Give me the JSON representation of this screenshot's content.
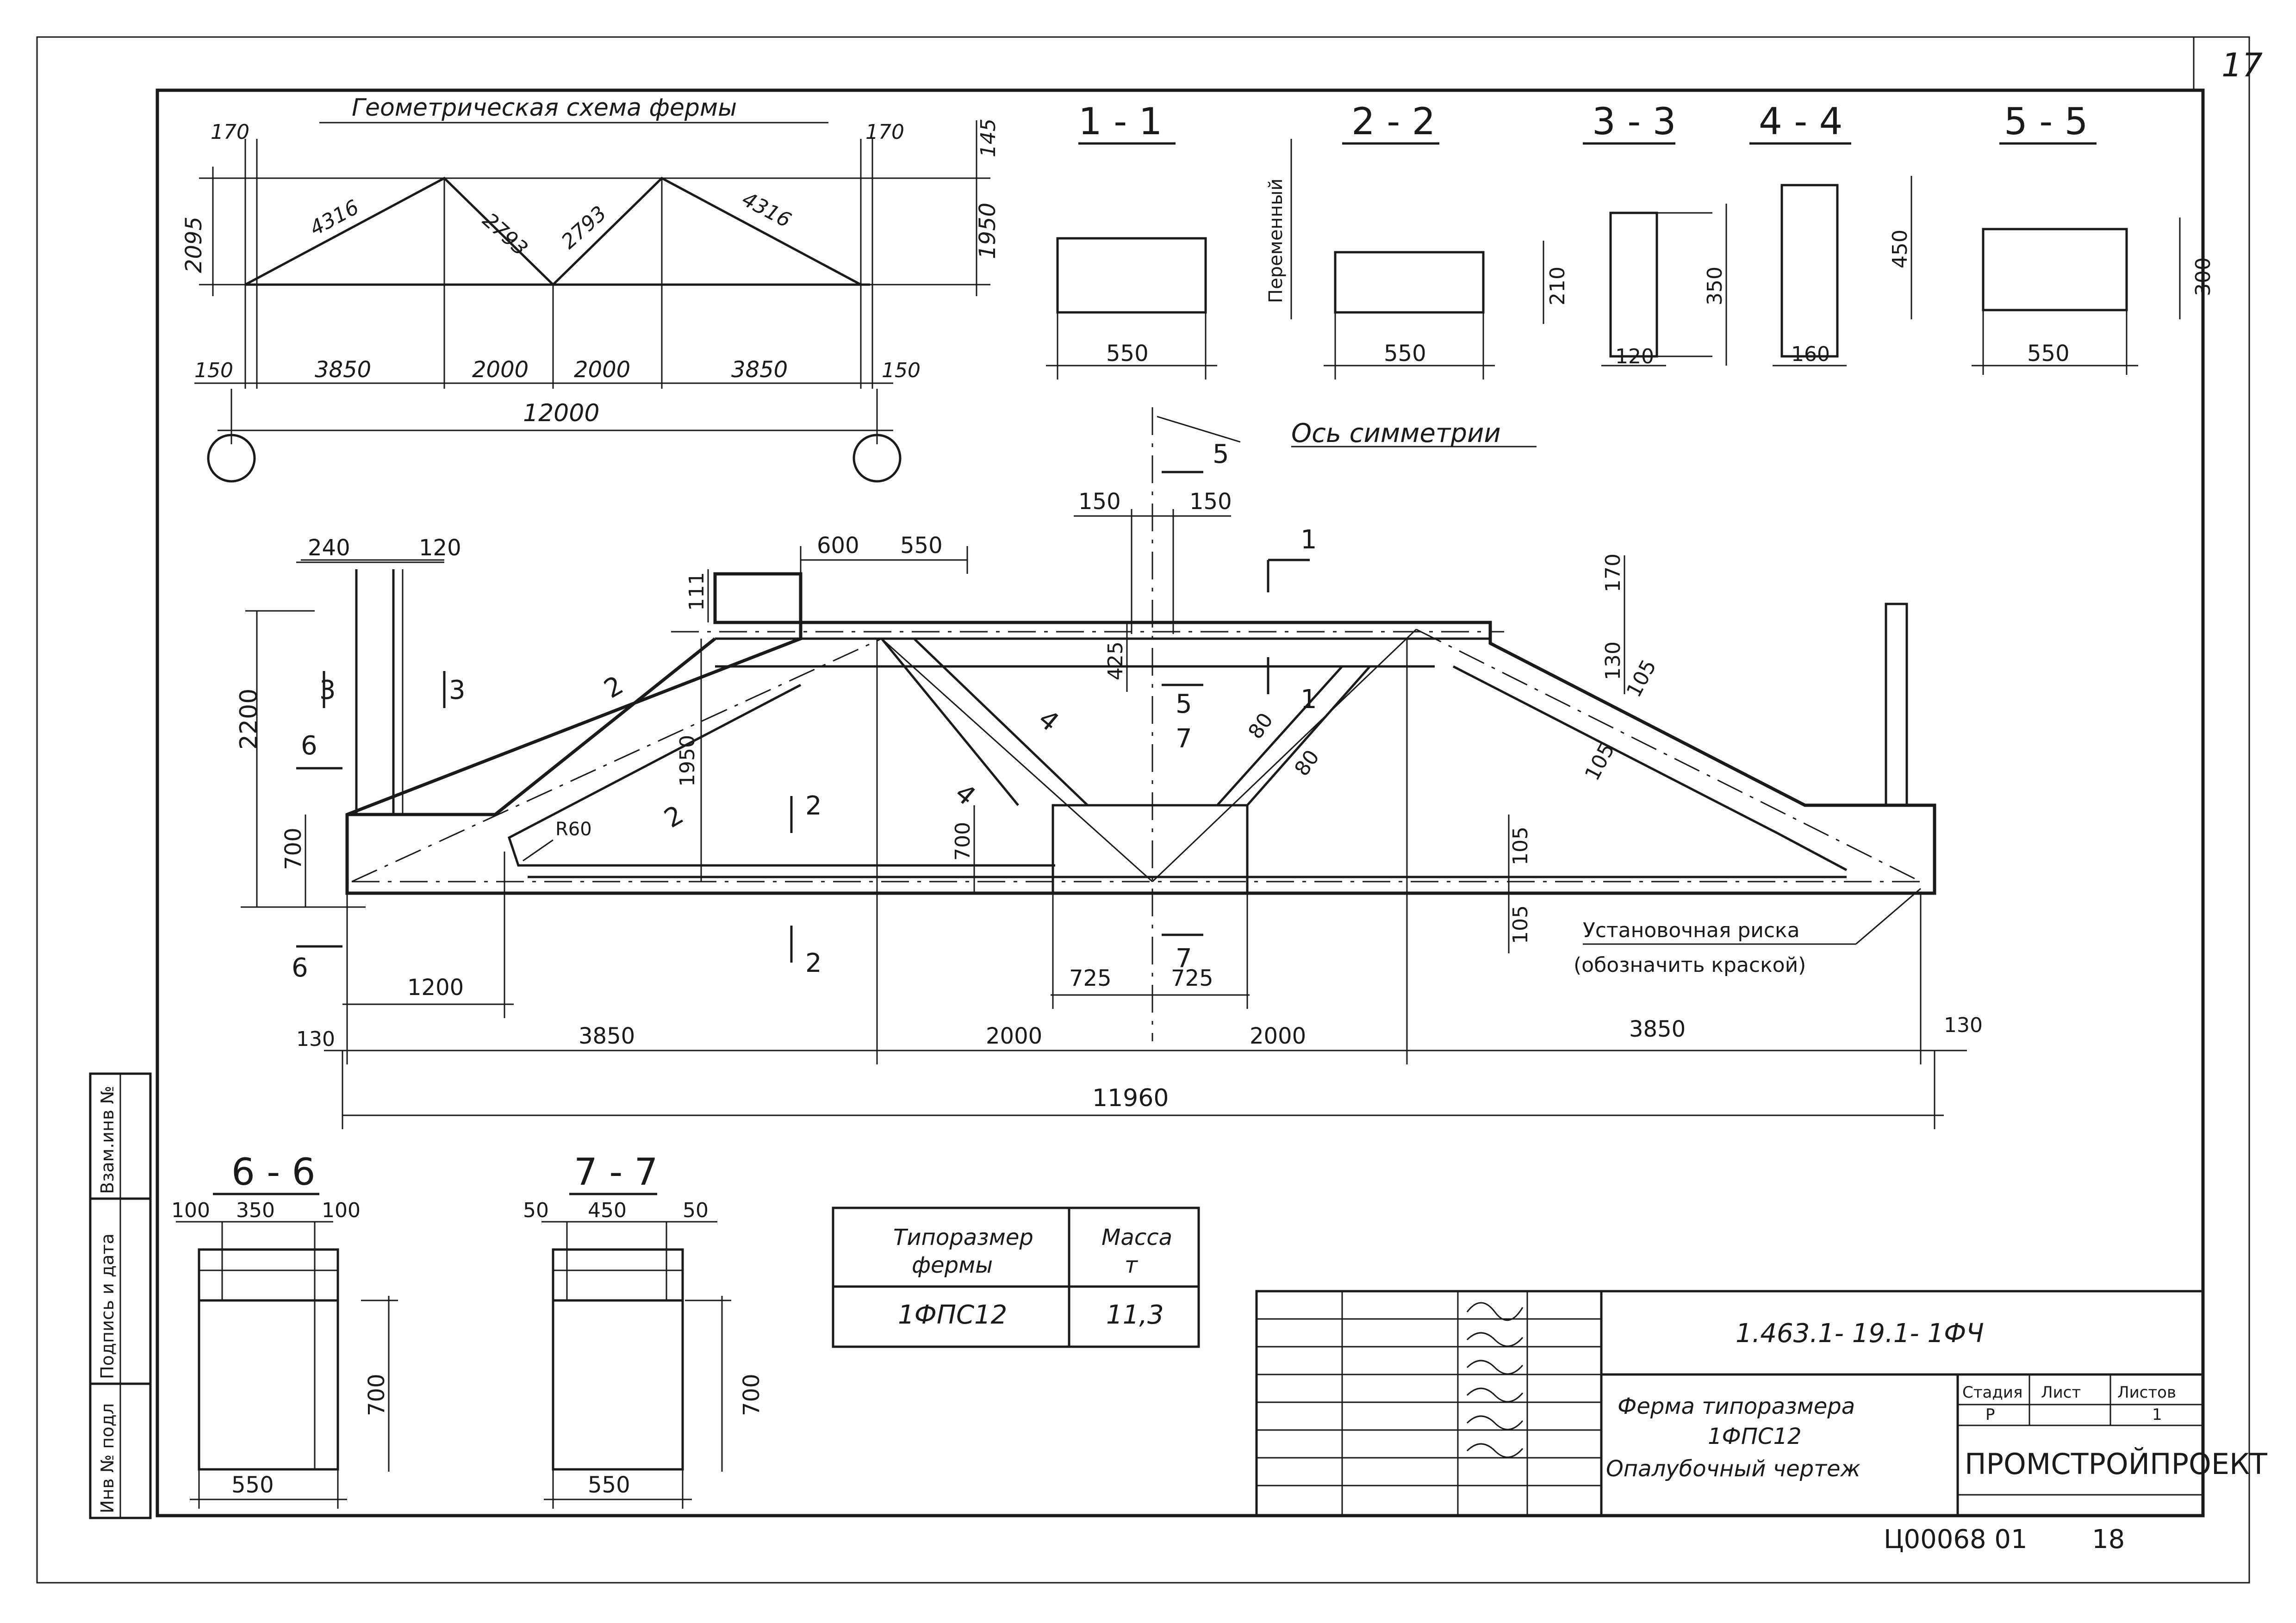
{
  "sheet_number": "17",
  "geometry_scheme": {
    "title": "Геометрическая схема фермы",
    "dims": {
      "top_left": "170",
      "top_right": "170",
      "top_h": "145",
      "left_h": "2095",
      "right_h": "1950",
      "d1": "4316",
      "d2": "2793",
      "d3": "2793",
      "d4": "4316",
      "b1": "150",
      "b2": "3850",
      "b3": "2000",
      "b4": "2000",
      "b5": "3850",
      "b6": "150",
      "total": "12000"
    }
  },
  "sections": {
    "s11": {
      "title": "1 - 1",
      "width": "550",
      "note": "Переменный"
    },
    "s22": {
      "title": "2 - 2",
      "width": "550",
      "height": "210"
    },
    "s33": {
      "title": "3 - 3",
      "width": "120",
      "height": "350"
    },
    "s44": {
      "title": "4 - 4",
      "width": "160",
      "height": "450"
    },
    "s55": {
      "title": "5 - 5",
      "width": "550",
      "height": "300"
    }
  },
  "main_view": {
    "axis_label": "Ось симметрии",
    "marks": {
      "m5": "5",
      "m1": "1",
      "m3": "3",
      "m2": "2",
      "m6": "6",
      "m7": "7",
      "m4": "4"
    },
    "dims": {
      "t240": "240",
      "t120": "120",
      "t600": "600",
      "t550": "550",
      "t150a": "150",
      "t150b": "150",
      "t111": "111",
      "t170": "170",
      "t425": "425",
      "t130": "130",
      "t2200": "2200",
      "t700": "700",
      "t1950": "1950",
      "r60": "R60",
      "t700b": "700",
      "t80a": "80",
      "t80b": "80",
      "t105a": "105",
      "t105b": "105",
      "t105c": "105",
      "t105d": "105",
      "t1200": "1200",
      "t725a": "725",
      "t725b": "725",
      "b130a": "130",
      "b3850a": "3850",
      "b2000a": "2000",
      "b2000b": "2000",
      "b3850b": "3850",
      "b130b": "130",
      "total": "11960"
    },
    "install_note_1": "Установочная риска",
    "install_note_2": "(обозначить краской)"
  },
  "section_66": {
    "title": "6 - 6",
    "w_left": "100",
    "w_mid": "350",
    "w_right": "100",
    "height": "700",
    "width": "550"
  },
  "section_77": {
    "title": "7 - 7",
    "w_left": "50",
    "w_mid": "450",
    "w_right": "50",
    "height": "700",
    "width": "550"
  },
  "mass_table": {
    "h1_line1": "Типоразмер",
    "h1_line2": "фермы",
    "h2_line1": "Масса",
    "h2_line2": "т",
    "value1": "1ФПС12",
    "value2": "11,3"
  },
  "title_block": {
    "code": "1.463.1- 19.1- 1ФЧ",
    "name_line1": "Ферма типоразмера",
    "name_line2": "1ФПС12",
    "name_line3": "Опалубочный чертеж",
    "stage_header": "Стадия",
    "sheet_header": "Лист",
    "sheets_header": "Листов",
    "stage": "Р",
    "sheets": "1",
    "org": "ПРОМСТРОЙПРОЕКТ"
  },
  "side_stamp": {
    "f1": "Взам.инв №",
    "f2": "Подпись и дата",
    "f3": "Инв № подл"
  },
  "footer_code": "Ц00068 01",
  "footer_page": "18"
}
